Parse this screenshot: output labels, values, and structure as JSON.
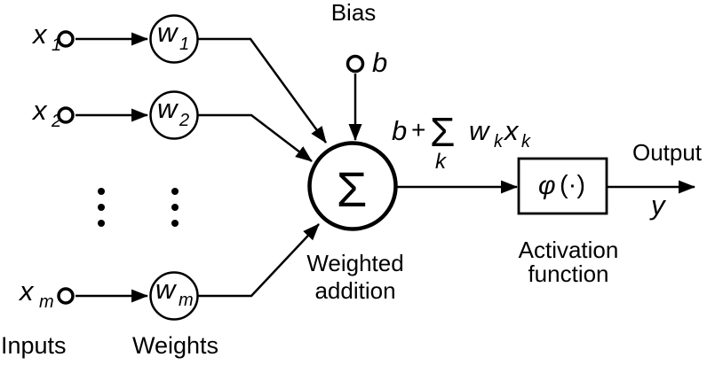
{
  "diagram": {
    "background": "#ffffff",
    "ink": "#000000"
  },
  "labels": {
    "bias": "Bias",
    "inputs": "Inputs",
    "weights": "Weights",
    "weighted_addition": {
      "line1": "Weighted",
      "line2": "addition"
    },
    "activation_function": {
      "line1": "Activation",
      "line2": "function"
    },
    "output": "Output"
  },
  "inputs": [
    {
      "base": "x",
      "sub": "1"
    },
    {
      "base": "x",
      "sub": "2"
    },
    {
      "base": "x",
      "sub": "m"
    }
  ],
  "weights": [
    {
      "base": "w",
      "sub": "1"
    },
    {
      "base": "w",
      "sub": "2"
    },
    {
      "base": "w",
      "sub": "m"
    }
  ],
  "bias": {
    "variable": "b"
  },
  "summation": {
    "symbol": "Σ"
  },
  "formula": {
    "bias": "b",
    "plus": "+",
    "sum": "Σ",
    "index": "k",
    "weight": "w",
    "weight_sub": "k",
    "input": "x",
    "input_sub": "k"
  },
  "activation": {
    "phi": "φ",
    "argument": "(·)"
  },
  "output": {
    "variable": "y"
  }
}
